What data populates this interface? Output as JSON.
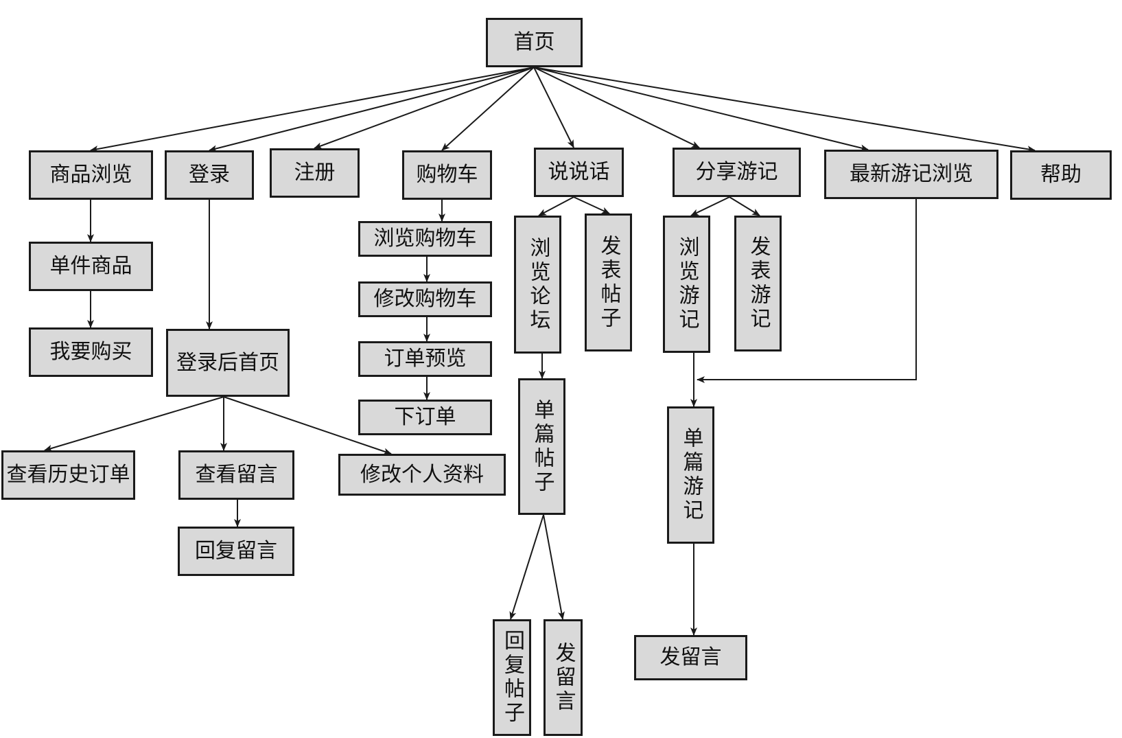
{
  "diagram": {
    "colors": {
      "box_fill": "#d9d9d9",
      "box_border": "#1a1a1a",
      "line": "#1a1a1a",
      "background": "#ffffff"
    },
    "nodes": {
      "home": "首页",
      "product_browse": "商品浏览",
      "login": "登录",
      "register": "注册",
      "cart": "购物车",
      "talk": "说说话",
      "share_travel": "分享游记",
      "latest_travel": "最新游记浏览",
      "help": "帮助",
      "single_product": "单件商品",
      "buy": "我要购买",
      "home_after_login": "登录后首页",
      "order_history": "查看历史订单",
      "view_messages": "查看留言",
      "edit_profile": "修改个人资料",
      "reply_message": "回复留言",
      "browse_cart": "浏览购物车",
      "edit_cart": "修改购物车",
      "order_preview": "订单预览",
      "place_order": "下订单",
      "browse_forum": "浏览论坛",
      "publish_post": "发表帖子",
      "single_post": "单篇帖子",
      "reply_post": "回复帖子",
      "post_message": "发留言",
      "browse_travel": "浏览游记",
      "publish_travel": "发表游记",
      "single_travel": "单篇游记",
      "travel_message": "发留言"
    }
  }
}
